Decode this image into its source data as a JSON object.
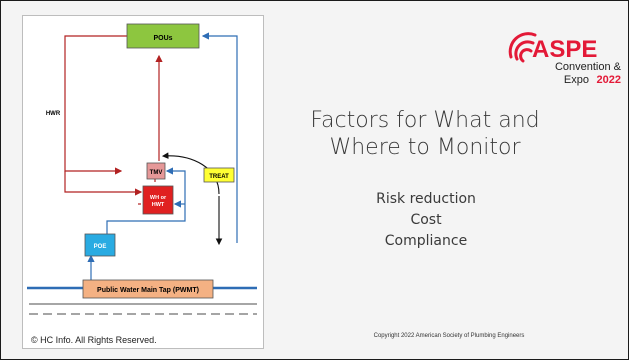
{
  "diagram": {
    "nodes": {
      "pous": "POUs",
      "tmv": "TMV",
      "treat": "TREAT",
      "wh_line1": "WH or",
      "wh_line2": "HWT",
      "poe": "POE",
      "pwmt": "Public Water Main Tap (PWMT)",
      "hwr": "HWR"
    },
    "caption": "© HC Info. All Rights Reserved.",
    "colors": {
      "pous_fill": "#8dc63f",
      "tmv_fill": "#e69898",
      "wh_fill": "#e02020",
      "treat_fill": "#ffff33",
      "poe_fill": "#29abe2",
      "pwmt_fill": "#f4b183",
      "hot_line": "#b22222",
      "cold_line": "#2e6db5",
      "dark_line": "#111111"
    }
  },
  "logo": {
    "name": "ASPE",
    "line2": "Convention &",
    "line3_word": "Expo",
    "line3_year": "2022",
    "accent": "#e31937"
  },
  "slide": {
    "title_line1": "Factors for What and",
    "title_line2": "Where to Monitor",
    "bullets": [
      "Risk reduction",
      "Cost",
      "Compliance"
    ],
    "copyright": "Copyright 2022 American Society of Plumbing Engineers"
  }
}
